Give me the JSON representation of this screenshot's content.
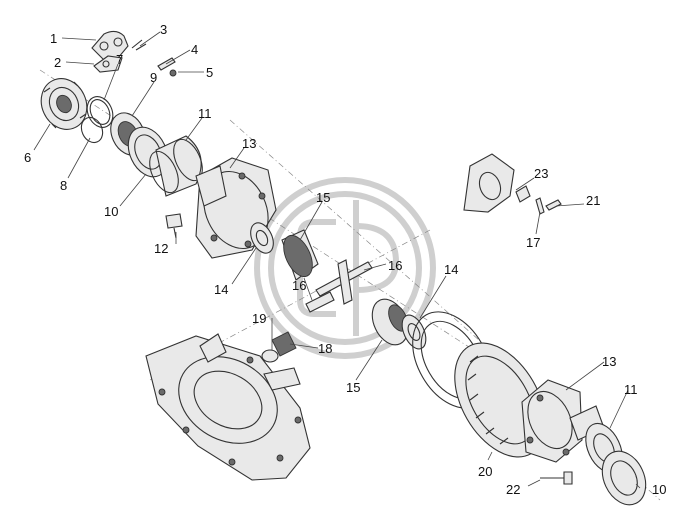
{
  "callouts": [
    {
      "id": "c1",
      "text": "1"
    },
    {
      "id": "c2",
      "text": "2"
    },
    {
      "id": "c3",
      "text": "3"
    },
    {
      "id": "c4",
      "text": "4"
    },
    {
      "id": "c5",
      "text": "5"
    },
    {
      "id": "c6",
      "text": "6"
    },
    {
      "id": "c7",
      "text": "7"
    },
    {
      "id": "c8",
      "text": "8"
    },
    {
      "id": "c9",
      "text": "9"
    },
    {
      "id": "c10a",
      "text": "10"
    },
    {
      "id": "c10b",
      "text": "10"
    },
    {
      "id": "c11a",
      "text": "11"
    },
    {
      "id": "c11b",
      "text": "11"
    },
    {
      "id": "c12",
      "text": "12"
    },
    {
      "id": "c13a",
      "text": "13"
    },
    {
      "id": "c13b",
      "text": "13"
    },
    {
      "id": "c14a",
      "text": "14"
    },
    {
      "id": "c14b",
      "text": "14"
    },
    {
      "id": "c15a",
      "text": "15"
    },
    {
      "id": "c15b",
      "text": "15"
    },
    {
      "id": "c16a",
      "text": "16"
    },
    {
      "id": "c16b",
      "text": "16"
    },
    {
      "id": "c17",
      "text": "17"
    },
    {
      "id": "c18",
      "text": "18"
    },
    {
      "id": "c19",
      "text": "19"
    },
    {
      "id": "c20",
      "text": "20"
    },
    {
      "id": "c21",
      "text": "21"
    },
    {
      "id": "c22",
      "text": "22"
    },
    {
      "id": "c23",
      "text": "23"
    }
  ]
}
